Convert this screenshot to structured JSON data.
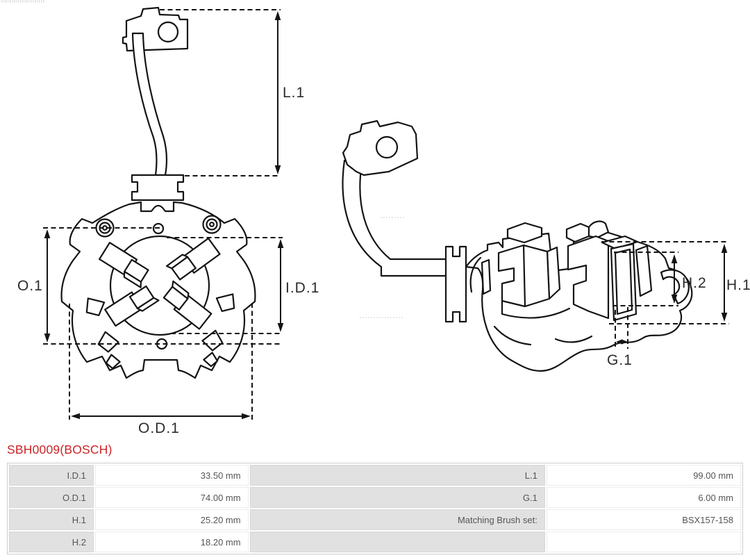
{
  "title": "SBH0009(BOSCH)",
  "colors": {
    "accent_red": "#cc2427",
    "line": "#141414",
    "table_label_bg": "#e1e1e1"
  },
  "diagram": {
    "front_view": {
      "dims": {
        "l1": "L.1",
        "o1": "O.1",
        "id1": "I.D.1",
        "od1": "O.D.1"
      }
    },
    "side_view": {
      "dims": {
        "h1": "H.1",
        "h2": "H.2",
        "g1": "G.1"
      }
    }
  },
  "table": {
    "rows": [
      {
        "label_left": "I.D.1",
        "value_left": "33.50 mm",
        "label_right": "L.1",
        "value_right": "99.00 mm"
      },
      {
        "label_left": "O.D.1",
        "value_left": "74.00 mm",
        "label_right": "G.1",
        "value_right": "6.00 mm"
      },
      {
        "label_left": "H.1",
        "value_left": "25.20 mm",
        "label_right": "Matching Brush set:",
        "value_right": "BSX157-158"
      },
      {
        "label_left": "H.2",
        "value_left": "18.20 mm",
        "label_right": "",
        "value_right": ""
      }
    ]
  }
}
